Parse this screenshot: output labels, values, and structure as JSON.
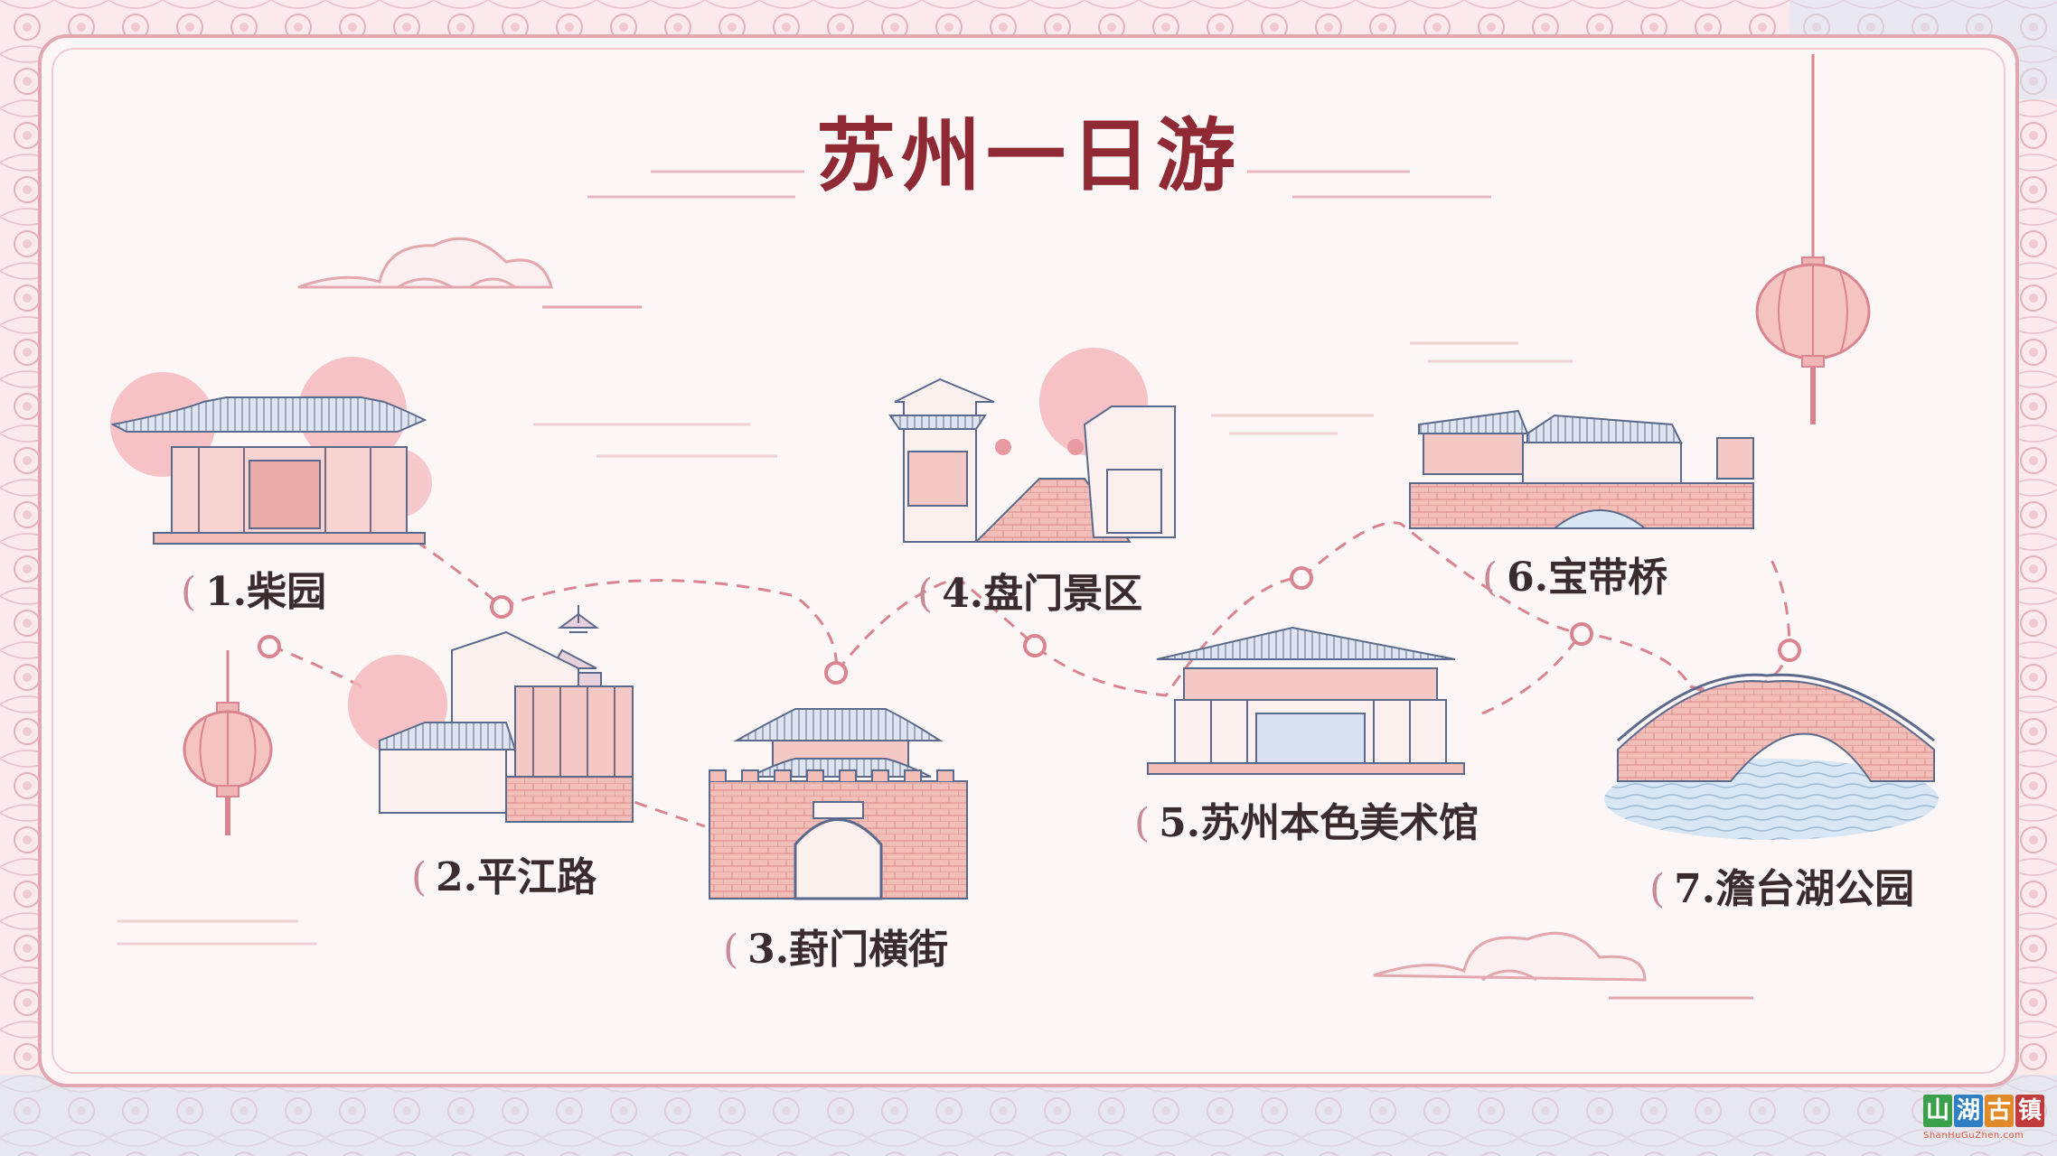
{
  "title": "苏州一日游",
  "stops": [
    {
      "label": "1.柴园",
      "icon": "pavilion-icon"
    },
    {
      "label": "2.平江路",
      "icon": "street-pagoda-icon"
    },
    {
      "label": "3.葑门横街",
      "icon": "city-gate-icon"
    },
    {
      "label": "4.盘门景区",
      "icon": "alley-icon"
    },
    {
      "label": "5.苏州本色美术馆",
      "icon": "museum-icon"
    },
    {
      "label": "6.宝带桥",
      "icon": "long-bridge-icon"
    },
    {
      "label": "7.澹台湖公园",
      "icon": "arch-bridge-icon"
    }
  ],
  "watermark": {
    "chars": [
      "山",
      "湖",
      "古",
      "镇"
    ],
    "sub": "ShanHuGuZhen.com"
  },
  "colors": {
    "title": "#8f2a35",
    "line": "#d9848f",
    "roof": "#8a9cbf",
    "wall": "#f0b9b5",
    "accent": "#e89aa0"
  }
}
